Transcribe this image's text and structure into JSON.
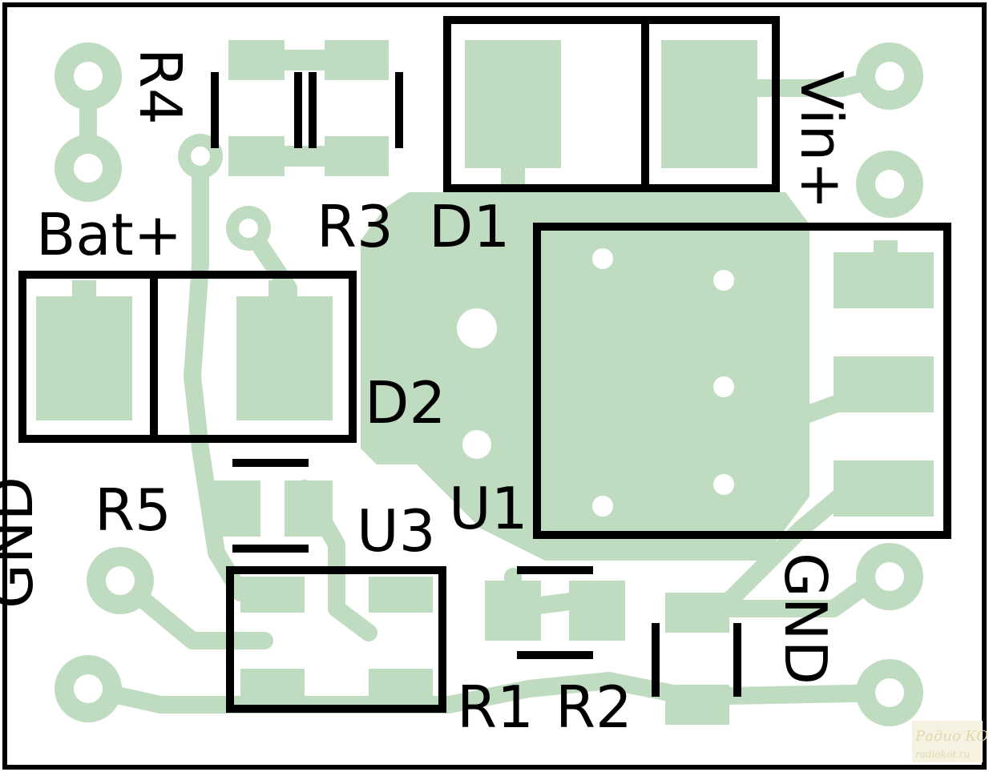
{
  "labels": {
    "r4": "R4",
    "vin": "Vin+",
    "bat": "Bat+",
    "r3": "R3",
    "d1": "D1",
    "d2": "D2",
    "gnd_left": "GND",
    "r5": "R5",
    "u3": "U3",
    "u1": "U1",
    "gnd_right": "GND",
    "r1": "R1",
    "r2": "R2"
  },
  "watermark": {
    "line1": "Радио КОТ",
    "line2": "radiokot.ru"
  },
  "colors": {
    "copper": "#c0dcc0",
    "silkscreen": "#000000",
    "background": "#ffffff"
  }
}
